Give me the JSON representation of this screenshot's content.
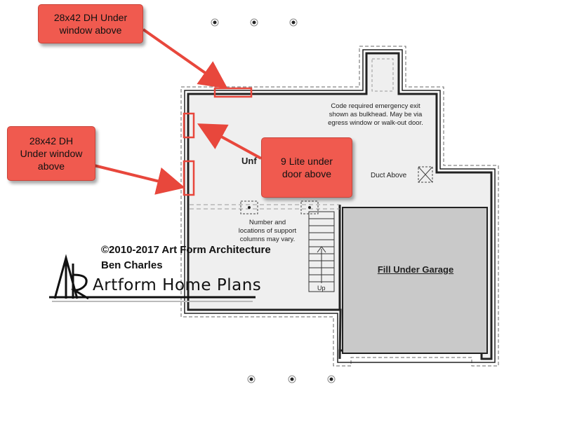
{
  "callouts": {
    "top_window": "28x42 DH Under\nwindow above",
    "left_window": "28x42 DH\nUnder window\nabove",
    "door": "9 Lite under\ndoor above"
  },
  "plan_notes": {
    "emergency_exit": "Code required emergency exit\nshown as bulkhead. May be via\negress window or walk-out door.",
    "duct": "Duct Above",
    "support_columns": "Number and\nlocations of support\ncolumns may vary.",
    "stairs": "Up",
    "room_label_partial": "Unf",
    "garage": "Fill Under Garage"
  },
  "watermark": {
    "copyright": "©2010-2017 Art Form Architecture",
    "author": "Ben Charles",
    "brand": "Artform Home Plans"
  },
  "colors": {
    "callout_fill": "#f05a4f",
    "arrow": "#e8473c",
    "garage_fill": "#c9c9c9",
    "basement_fill": "#efefef",
    "wall": "#222222"
  }
}
